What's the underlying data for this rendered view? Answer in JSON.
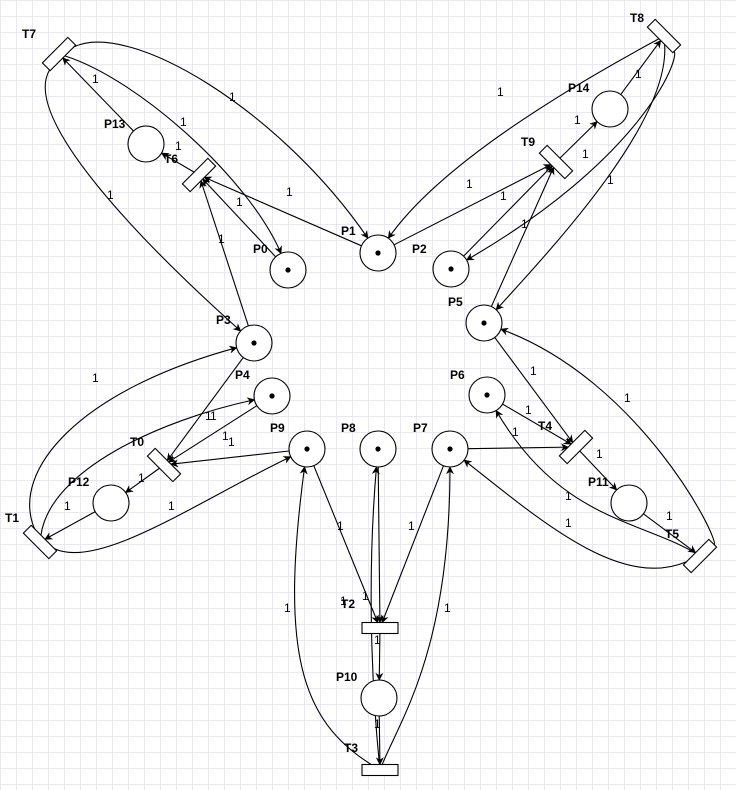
{
  "places": [
    {
      "id": "P0",
      "label": "P0",
      "tokens": 1
    },
    {
      "id": "P1",
      "label": "P1",
      "tokens": 1
    },
    {
      "id": "P2",
      "label": "P2",
      "tokens": 1
    },
    {
      "id": "P3",
      "label": "P3",
      "tokens": 1
    },
    {
      "id": "P4",
      "label": "P4",
      "tokens": 1
    },
    {
      "id": "P5",
      "label": "P5",
      "tokens": 1
    },
    {
      "id": "P6",
      "label": "P6",
      "tokens": 1
    },
    {
      "id": "P7",
      "label": "P7",
      "tokens": 1
    },
    {
      "id": "P8",
      "label": "P8",
      "tokens": 1
    },
    {
      "id": "P9",
      "label": "P9",
      "tokens": 1
    },
    {
      "id": "P10",
      "label": "P10",
      "tokens": 0
    },
    {
      "id": "P11",
      "label": "P11",
      "tokens": 0
    },
    {
      "id": "P12",
      "label": "P12",
      "tokens": 0
    },
    {
      "id": "P13",
      "label": "P13",
      "tokens": 0
    },
    {
      "id": "P14",
      "label": "P14",
      "tokens": 0
    }
  ],
  "transitions": [
    {
      "id": "T0",
      "label": "T0"
    },
    {
      "id": "T1",
      "label": "T1"
    },
    {
      "id": "T2",
      "label": "T2"
    },
    {
      "id": "T3",
      "label": "T3"
    },
    {
      "id": "T4",
      "label": "T4"
    },
    {
      "id": "T5",
      "label": "T5"
    },
    {
      "id": "T6",
      "label": "T6"
    },
    {
      "id": "T7",
      "label": "T7"
    },
    {
      "id": "T8",
      "label": "T8"
    },
    {
      "id": "T9",
      "label": "T9"
    }
  ],
  "arcs": [
    {
      "from": "P3",
      "to": "T0",
      "weight": "1"
    },
    {
      "from": "P4",
      "to": "T0",
      "weight": "1"
    },
    {
      "from": "P9",
      "to": "T0",
      "weight": "1"
    },
    {
      "from": "T0",
      "to": "P12",
      "weight": "1"
    },
    {
      "from": "P12",
      "to": "T1",
      "weight": "1"
    },
    {
      "from": "T1",
      "to": "P3",
      "weight": "1"
    },
    {
      "from": "T1",
      "to": "P4",
      "weight": "1"
    },
    {
      "from": "T1",
      "to": "P9",
      "weight": "1"
    },
    {
      "from": "P9",
      "to": "T2",
      "weight": "1"
    },
    {
      "from": "P8",
      "to": "T2",
      "weight": "1"
    },
    {
      "from": "P7",
      "to": "T2",
      "weight": "1"
    },
    {
      "from": "T2",
      "to": "P10",
      "weight": "1"
    },
    {
      "from": "P10",
      "to": "T3",
      "weight": "1"
    },
    {
      "from": "T3",
      "to": "P9",
      "weight": "1"
    },
    {
      "from": "T3",
      "to": "P8",
      "weight": "1"
    },
    {
      "from": "T3",
      "to": "P7",
      "weight": "1"
    },
    {
      "from": "P5",
      "to": "T4",
      "weight": "1"
    },
    {
      "from": "P6",
      "to": "T4",
      "weight": "1"
    },
    {
      "from": "P7",
      "to": "T4",
      "weight": "1"
    },
    {
      "from": "T4",
      "to": "P11",
      "weight": "1"
    },
    {
      "from": "P11",
      "to": "T5",
      "weight": "1"
    },
    {
      "from": "T5",
      "to": "P5",
      "weight": "1"
    },
    {
      "from": "T5",
      "to": "P6",
      "weight": "1"
    },
    {
      "from": "T5",
      "to": "P7",
      "weight": "1"
    },
    {
      "from": "P0",
      "to": "T6",
      "weight": "1"
    },
    {
      "from": "P1",
      "to": "T6",
      "weight": "1"
    },
    {
      "from": "P3",
      "to": "T6",
      "weight": "1"
    },
    {
      "from": "T6",
      "to": "P13",
      "weight": "1"
    },
    {
      "from": "P13",
      "to": "T7",
      "weight": "1"
    },
    {
      "from": "T7",
      "to": "P0",
      "weight": "1"
    },
    {
      "from": "T7",
      "to": "P1",
      "weight": "1"
    },
    {
      "from": "T7",
      "to": "P3",
      "weight": "1"
    },
    {
      "from": "P1",
      "to": "T9",
      "weight": "1"
    },
    {
      "from": "P2",
      "to": "T9",
      "weight": "1"
    },
    {
      "from": "P5",
      "to": "T9",
      "weight": "1"
    },
    {
      "from": "T9",
      "to": "P14",
      "weight": "1"
    },
    {
      "from": "P14",
      "to": "T8",
      "weight": "1"
    },
    {
      "from": "T8",
      "to": "P1",
      "weight": "1"
    },
    {
      "from": "T8",
      "to": "P2",
      "weight": "1"
    },
    {
      "from": "T8",
      "to": "P5",
      "weight": "1"
    }
  ]
}
